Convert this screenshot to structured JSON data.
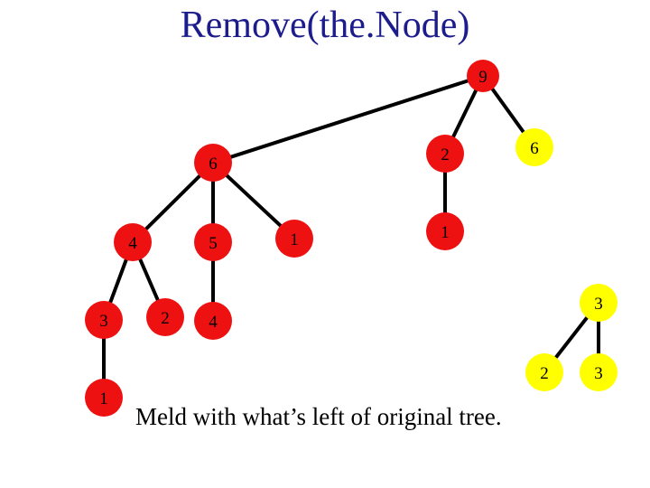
{
  "title": "Remove(the.Node)",
  "caption": "Meld with what’s left of original tree.",
  "colors": {
    "red": "#ee1111",
    "yellow": "#ffff00",
    "edge": "#000000",
    "title": "#1c1c8c"
  },
  "nodes": [
    {
      "id": "n9",
      "label": "9",
      "color": "red"
    },
    {
      "id": "n6",
      "label": "6",
      "color": "red"
    },
    {
      "id": "n2a",
      "label": "2",
      "color": "red"
    },
    {
      "id": "n4a",
      "label": "4",
      "color": "red"
    },
    {
      "id": "n5",
      "label": "5",
      "color": "red"
    },
    {
      "id": "n1a",
      "label": "1",
      "color": "red"
    },
    {
      "id": "n1b",
      "label": "1",
      "color": "red"
    },
    {
      "id": "n3a",
      "label": "3",
      "color": "red"
    },
    {
      "id": "n2b",
      "label": "2",
      "color": "red"
    },
    {
      "id": "n4b",
      "label": "4",
      "color": "red"
    },
    {
      "id": "n1c",
      "label": "1",
      "color": "red"
    },
    {
      "id": "n6y",
      "label": "6",
      "color": "yellow"
    },
    {
      "id": "n3y",
      "label": "3",
      "color": "yellow"
    },
    {
      "id": "n2y",
      "label": "2",
      "color": "yellow"
    },
    {
      "id": "n3z",
      "label": "3",
      "color": "yellow"
    }
  ],
  "edges": [
    [
      "n9",
      "n6"
    ],
    [
      "n9",
      "n2a"
    ],
    [
      "n9",
      "n6y"
    ],
    [
      "n6",
      "n4a"
    ],
    [
      "n6",
      "n5"
    ],
    [
      "n6",
      "n1a"
    ],
    [
      "n2a",
      "n1b"
    ],
    [
      "n4a",
      "n3a"
    ],
    [
      "n4a",
      "n2b"
    ],
    [
      "n5",
      "n4b"
    ],
    [
      "n3a",
      "n1c"
    ],
    [
      "n3y",
      "n2y"
    ],
    [
      "n3y",
      "n3z"
    ]
  ]
}
